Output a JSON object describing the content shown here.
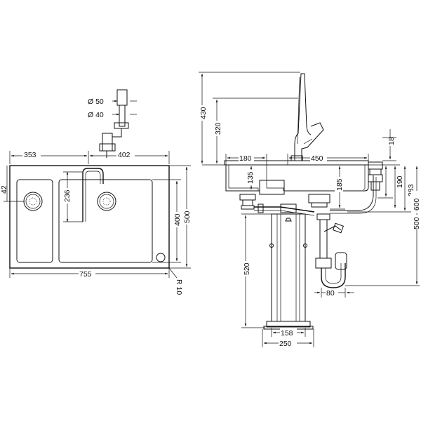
{
  "plan_view": {
    "diameter_top": "Ø 50",
    "diameter_bottom": "Ø 40",
    "left_width": "353",
    "right_width": "402",
    "total_width": "755",
    "rim_offset": "42",
    "drain_spacing": "236",
    "inner_depth": "400",
    "outer_depth": "500",
    "corner_radius": "R 10"
  },
  "side_view": {
    "faucet_height": "430",
    "spout_height": "320",
    "left_offset": "180",
    "basin_width": "450",
    "rim_to_overflow": "135",
    "basin_depth": "185",
    "top_rail": "18",
    "drain_height": "190",
    "total_height": "283",
    "install_range": "500 - 600",
    "cabinet_height": "520",
    "trap_offset": "80",
    "foot_inner": "158",
    "foot_outer": "250"
  }
}
